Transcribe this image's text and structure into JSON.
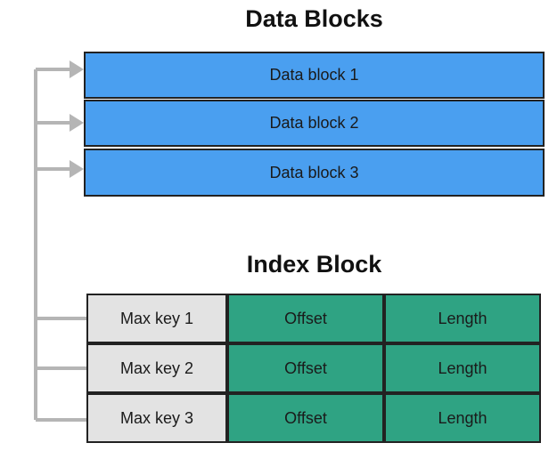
{
  "diagram": {
    "data_title": "Data Blocks",
    "index_title": "Index Block",
    "data_blocks": [
      {
        "label": "Data block 1"
      },
      {
        "label": "Data block 2"
      },
      {
        "label": "Data block 3"
      }
    ],
    "index_rows": [
      {
        "key": "Max key 1",
        "offset": "Offset",
        "length": "Length"
      },
      {
        "key": "Max key 2",
        "offset": "Offset",
        "length": "Length"
      },
      {
        "key": "Max key 3",
        "offset": "Offset",
        "length": "Length"
      }
    ],
    "colors": {
      "data_block": "#4a9ff0",
      "key_cell": "#e3e3e3",
      "value_cell": "#2fa383",
      "arrow": "#b5b5b5"
    }
  }
}
